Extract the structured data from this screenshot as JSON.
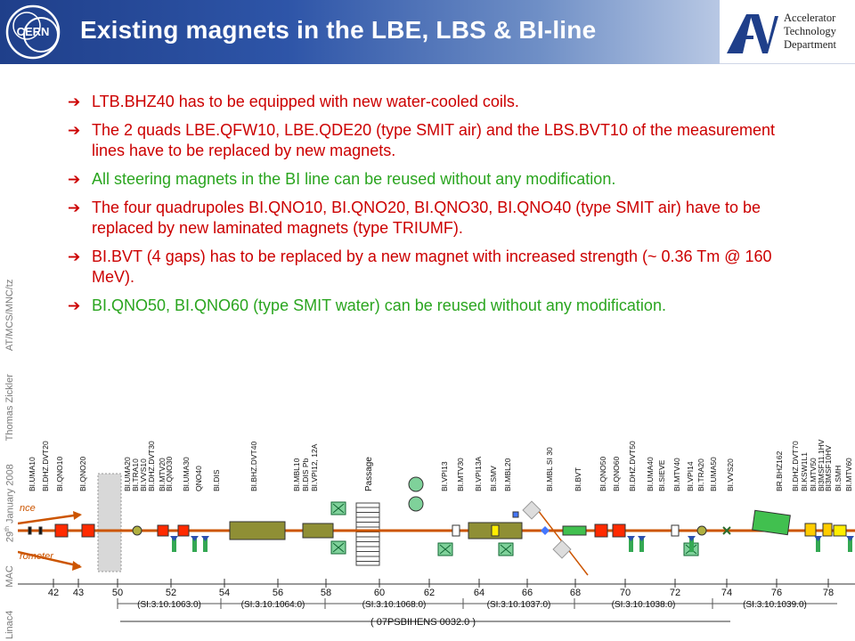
{
  "header": {
    "title": "Existing magnets in the LBE, LBS & BI-line",
    "logo_text": "CERN",
    "dept_lines": [
      "Accelerator",
      "Technology",
      "Department"
    ]
  },
  "side": {
    "parts": [
      "Linac4",
      "MAC",
      "29th January 2008",
      "Thomas Zickler",
      "AT/MCS/MNC/tz"
    ]
  },
  "bullets": [
    {
      "text": "LTB.BHZ40 has to be equipped with new water-cooled coils.",
      "color": "red"
    },
    {
      "text": "The 2 quads LBE.QFW10, LBE.QDE20 (type SMIT air) and the LBS.BVT10 of the measurement lines have to be replaced by new magnets.",
      "color": "red"
    },
    {
      "text": "All steering magnets in the BI line can be reused without any modification.",
      "color": "green"
    },
    {
      "text": "The four quadrupoles BI.QNO10, BI.QNO20, BI.QNO30, BI.QNO40 (type SMIT air) have to be replaced by new laminated magnets (type TRIUMF).",
      "color": "red"
    },
    {
      "text": "BI.BVT (4 gaps) has to be replaced by a new magnet with increased strength (~ 0.36 Tm @ 160 MeV).",
      "color": "red"
    },
    {
      "text": "BI.QNO50, BI.QNO60 (type SMIT water) can be reused without any modification.",
      "color": "green"
    }
  ],
  "diagram": {
    "labels_left": [
      "BI.UMA10",
      "BI.DHZ.DVT20",
      "BI.QNO10",
      "BI.QNO20"
    ],
    "labels_mid1": [
      "BI.UMA20",
      "BI.TRA10",
      "BI.VVS10",
      "BI.DHZ.DVT30",
      "BI.MTV20",
      "BI.QNO30",
      "BI.UMA30",
      "QNO40",
      "BI.DIS",
      "BI.BHZ.DVT40",
      "BI.MBL10",
      "BI.DIS Pb",
      "BI.VPI12, 12A"
    ],
    "passage": "Passage",
    "labels_mid2": [
      "BI.VPI13",
      "BI.MTV30",
      "BI.VPI13A",
      "BI.SMV",
      "BI.MBL20"
    ],
    "label_mbl": "BI.MBL SI 30",
    "labels_right1": [
      "BI.BVT",
      "BI.QNO50",
      "BI.QNO60",
      "BI.DHZ.DVT50",
      "BI.UMA40",
      "BI.SIEVE",
      "BI.MTV40",
      "BI.VPI14",
      "BI.TRA20",
      "BI.UMA50",
      "BI.VVS20"
    ],
    "labels_right2": [
      "BR.BHZ162",
      "BI.DHZ.DVT70",
      "BI.KSW1L1",
      "BI.MTV50",
      "BI3MSF11.1HV",
      "BI3MSF10HV",
      "BI.SMH",
      "BI.MTV60"
    ],
    "side_left_top": "nce",
    "side_left_bottom": "rometer",
    "ticks": [
      "42",
      "43",
      "50",
      "52",
      "54",
      "56",
      "58",
      "60",
      "62",
      "64",
      "66",
      "68",
      "70",
      "72",
      "74",
      "76",
      "78"
    ],
    "sections": [
      "(SI.3.10.1063.0)",
      "(SI.3.10.1064.0)",
      "(SI.3.10.1068.0)",
      "(SI.3.10.1037.0)",
      "(SI.3.10.1038.0)",
      "(SI.3.10.1039.0)"
    ],
    "drawing_ref": "( 07PSBIHENS 0032.0 )"
  },
  "colors": {
    "header_blue": "#1f3f8a",
    "bullet_red": "#cc0000",
    "bullet_green": "#2aa51f",
    "beam_line": "#cc5500",
    "magnet_red": "#ff2a00",
    "dipole_olive": "#8f8f35",
    "steerer_blue": "#2b4fb0",
    "monitor_green": "#4fbf6f"
  }
}
